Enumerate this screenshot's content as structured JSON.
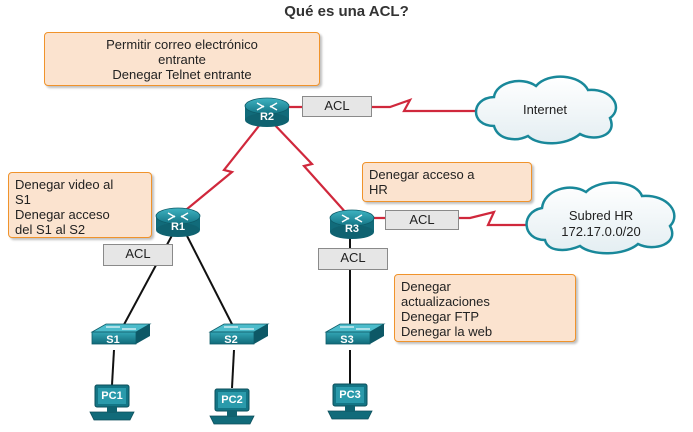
{
  "title": "Qué es una ACL?",
  "notes": {
    "r2": [
      "Permitir correo electrónico",
      "entrante",
      "Denegar Telnet entrante"
    ],
    "r1": [
      "Denegar video al",
      "S1",
      "Denegar acceso",
      "del S1 al S2"
    ],
    "r3_hr": [
      "Denegar acceso a",
      "HR"
    ],
    "s3": [
      "Denegar",
      "actualizaciones",
      "Denegar FTP",
      "Denegar la web"
    ]
  },
  "acl_label": "ACL",
  "routers": {
    "r1": "R1",
    "r2": "R2",
    "r3": "R3"
  },
  "switches": {
    "s1": "S1",
    "s2": "S2",
    "s3": "S3"
  },
  "pcs": {
    "pc1": "PC1",
    "pc2": "PC2",
    "pc3": "PC3"
  },
  "clouds": {
    "internet": "Internet",
    "hr_line1": "Subred HR",
    "hr_line2": "172.17.0.0/20"
  },
  "colors": {
    "accent_border": "#f0932b",
    "note_fill": "#fbe3cf",
    "serial_link": "#d0283c",
    "device": "#1b8a9a"
  }
}
